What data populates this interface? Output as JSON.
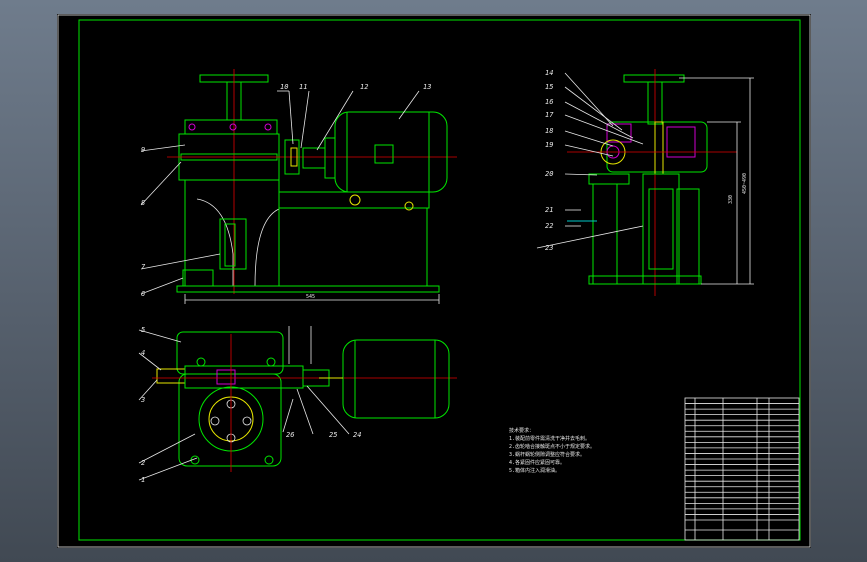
{
  "drawing": {
    "part_labels": [
      "1",
      "2",
      "3",
      "4",
      "5",
      "6",
      "7",
      "8",
      "9",
      "10",
      "11",
      "12",
      "13",
      "14",
      "15",
      "16",
      "17",
      "18",
      "19",
      "20",
      "21",
      "22",
      "23",
      "24",
      "25",
      "26"
    ],
    "dimensions": {
      "front_width": "545",
      "side_height": "330",
      "side_total": "450~490"
    },
    "tech_requirements_title": "技术要求：",
    "tech_requirements": [
      "1.装配前零件需清洗干净并去毛刺。",
      "2.齿轮啮合接触斑点不小于规定要求。",
      "3.蜗杆蜗轮侧隙调整应符合要求。",
      "4.各紧固件应紧固可靠。",
      "5.箱体内注入润滑油。"
    ]
  },
  "title_block": {
    "rows": 22
  },
  "colors": {
    "frame": "#00e600",
    "dims": "#e8e8e8",
    "centerline": "#e00000",
    "background": "#000000"
  }
}
